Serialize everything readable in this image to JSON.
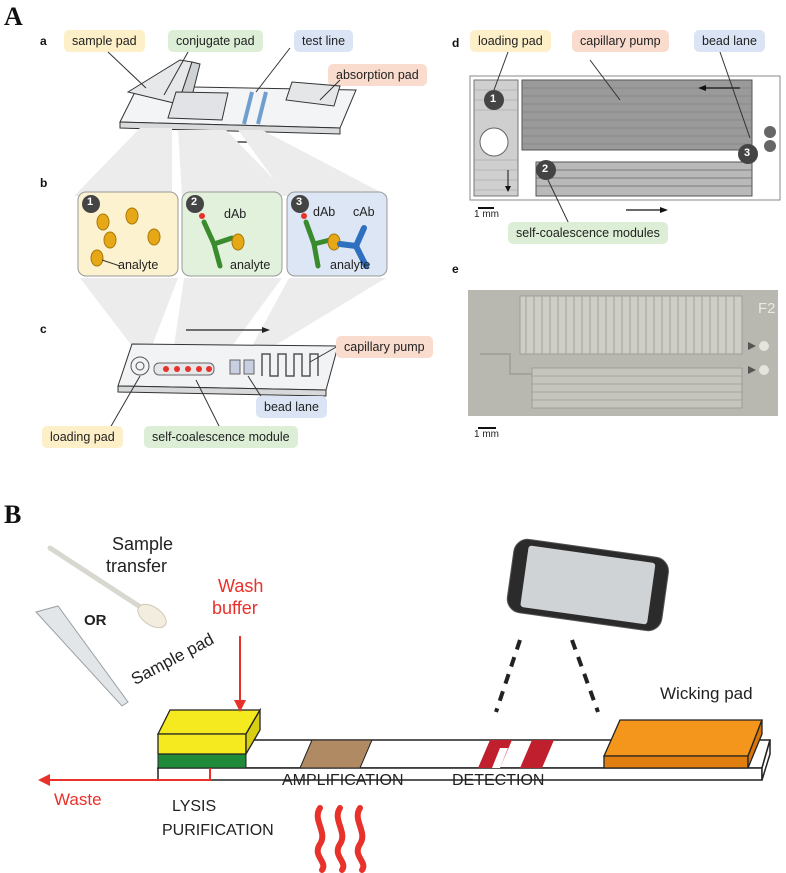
{
  "panelA": {
    "letter": "A",
    "sub_a": "a",
    "sub_b": "b",
    "sub_c": "c",
    "sub_d": "d",
    "sub_e": "e",
    "labels_a": {
      "sample_pad": "sample pad",
      "conjugate_pad": "conjugate pad",
      "test_line": "test line",
      "absorption_pad": "absorption pad"
    },
    "boxes_b": [
      {
        "num": "1",
        "analyte": "analyte"
      },
      {
        "num": "2",
        "dab": "dAb",
        "analyte": "analyte"
      },
      {
        "num": "3",
        "dab": "dAb",
        "cab": "cAb",
        "analyte": "analyte"
      }
    ],
    "labels_c": {
      "capillary_pump": "capillary pump",
      "loading_pad": "loading pad",
      "bead_lane": "bead lane",
      "self_coalescence_module": "self-coalescence module"
    },
    "labels_d": {
      "loading_pad": "loading pad",
      "capillary_pump": "capillary pump",
      "bead_lane": "bead lane",
      "self_coalescence_modules": "self-coalescence modules",
      "scale": "1 mm",
      "num1": "1",
      "num2": "2",
      "num3": "3"
    },
    "labels_e": {
      "scale": "1 mm",
      "chip_id": "F2"
    }
  },
  "panelB": {
    "letter": "B",
    "sample_transfer_1": "Sample",
    "sample_transfer_2": "transfer",
    "or": "OR",
    "wash_1": "Wash",
    "wash_2": "buffer",
    "sample_pad": "Sample pad",
    "wicking_pad": "Wicking pad",
    "waste": "Waste",
    "lysis": "LYSIS",
    "purification": "PURIFICATION",
    "amplification": "AMPLIFICATION",
    "detection": "DETECTION"
  },
  "colors": {
    "accent_red": "#e8312a",
    "sample_pad_yellow": "#f4ea1f",
    "lysis_green": "#1e8a3a",
    "amplification_brown": "#b08a63",
    "wicking_orange": "#f4951c",
    "detection_line": "#c0202e"
  }
}
